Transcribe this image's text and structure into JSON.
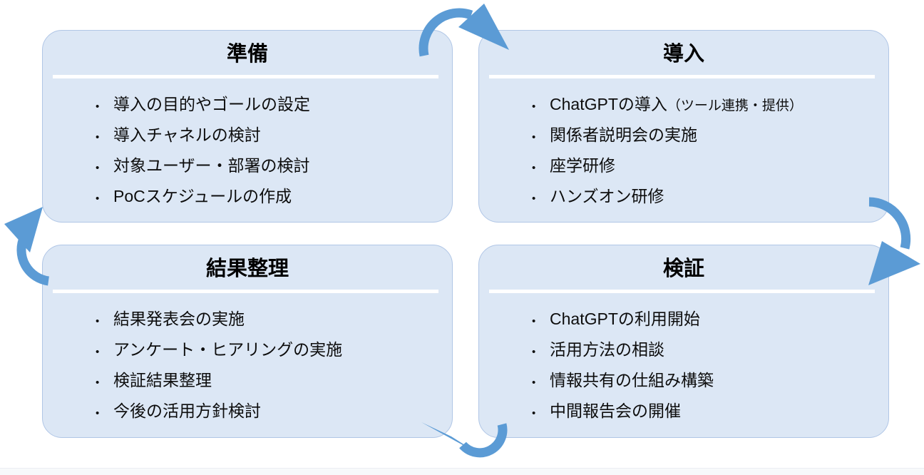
{
  "colors": {
    "box_fill": "#dce7f5",
    "box_border": "#b0c6e6",
    "arrow": "#5b9bd5",
    "divider": "#ffffff",
    "title_text": "#000000",
    "body_text": "#0d0d0d"
  },
  "bullet_char": "•",
  "boxes": [
    {
      "title": "準備",
      "items": [
        {
          "text": "導入の目的やゴールの設定"
        },
        {
          "text": "導入チャネルの検討"
        },
        {
          "text": "対象ユーザー・部署の検討"
        },
        {
          "text": "PoCスケジュールの作成"
        }
      ]
    },
    {
      "title": "導入",
      "items": [
        {
          "text": "ChatGPTの導入",
          "suffix": "（ツール連携・提供）"
        },
        {
          "text": "関係者説明会の実施"
        },
        {
          "text": "座学研修"
        },
        {
          "text": "ハンズオン研修"
        }
      ]
    },
    {
      "title": "結果整理",
      "items": [
        {
          "text": "結果発表会の実施"
        },
        {
          "text": "アンケート・ヒアリングの実施"
        },
        {
          "text": "検証結果整理"
        },
        {
          "text": "今後の活用方針検討"
        }
      ]
    },
    {
      "title": "検証",
      "items": [
        {
          "text": "ChatGPTの利用開始"
        },
        {
          "text": "活用方法の相談"
        },
        {
          "text": "情報共有の仕組み構築"
        },
        {
          "text": "中間報告会の開催"
        }
      ]
    }
  ],
  "arrows": [
    {
      "from": "準備",
      "to": "導入"
    },
    {
      "from": "導入",
      "to": "検証"
    },
    {
      "from": "検証",
      "to": "結果整理"
    },
    {
      "from": "結果整理",
      "to": "準備"
    }
  ]
}
